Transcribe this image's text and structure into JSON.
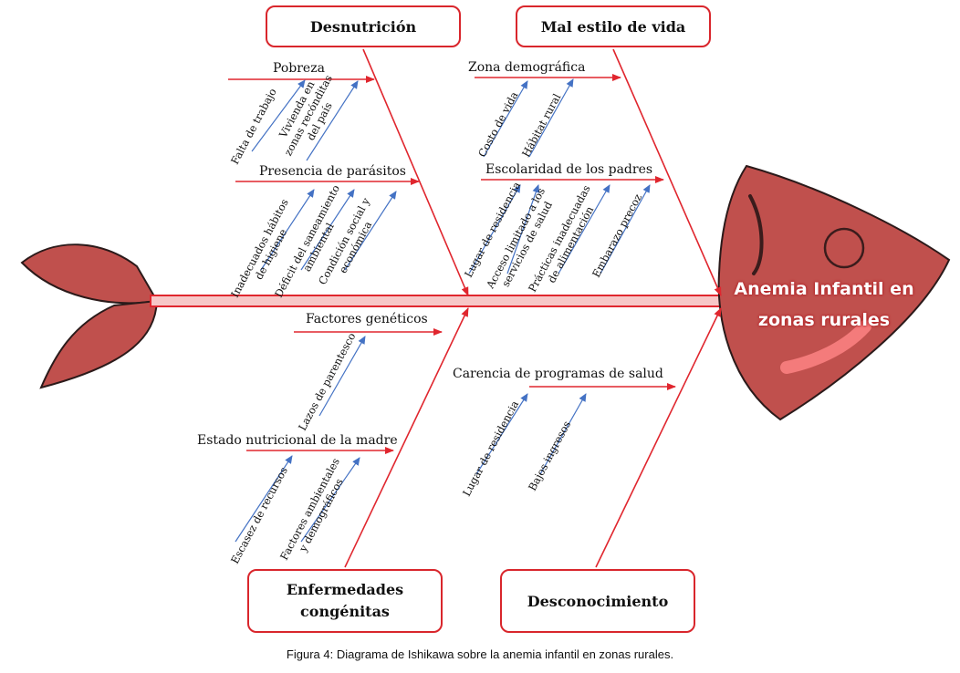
{
  "effect": {
    "line1": "Anemia Infantil en",
    "line2": "zonas rurales"
  },
  "categories": {
    "desnutricion": "Desnutrición",
    "estilo_vida": "Mal estilo de vida",
    "congenitas_l1": "Enfermedades",
    "congenitas_l2": "congénitas",
    "desconocimiento": "Desconocimiento"
  },
  "causes": {
    "pobreza": "Pobreza",
    "parasitos": "Presencia de parásitos",
    "zona": "Zona demográfica",
    "escolaridad": "Escolaridad de los padres",
    "geneticos": "Factores genéticos",
    "nutricional": "Estado nutricional de la madre",
    "programas": "Carencia de programas de salud"
  },
  "subcauses": {
    "falta_trabajo": "Falta de trabajo",
    "vivienda_1": "Vivienda en",
    "vivienda_2": "zonas recónditas",
    "vivienda_3": "del país",
    "habitos_1": "Inadecuados hábitos",
    "habitos_2": "de higiene",
    "saneamiento_1": "Déficit del saneamiento",
    "saneamiento_2": "ambiental",
    "condicion_1": "Condición social y",
    "condicion_2": "económica",
    "costo": "Costo de vida",
    "habitat": "Hábitat rural",
    "lugar_1": "Lugar de residencia",
    "acceso_1": "Acceso limitado a los",
    "acceso_2": "servicios de salud",
    "practicas_1": "Prácticas inadecuadas",
    "practicas_2": "de alimentación",
    "embarazo": "Embarazo precoz",
    "lazos": "Lazos de parentesco",
    "escasez": "Escasez de recursos",
    "ambientales_1": "Factores ambientales",
    "ambientales_2": "y demográficos",
    "lugar_2": "Lugar de residencia",
    "ingresos": "Bajos ingresos"
  },
  "caption": "Figura 4: Diagrama de Ishikawa sobre la anemia infantil en zonas rurales.",
  "colors": {
    "bone": "#e0262e",
    "fish": "#c0504d",
    "fish_dark": "#2b1a1a",
    "arrow_blue": "#4472c4"
  }
}
